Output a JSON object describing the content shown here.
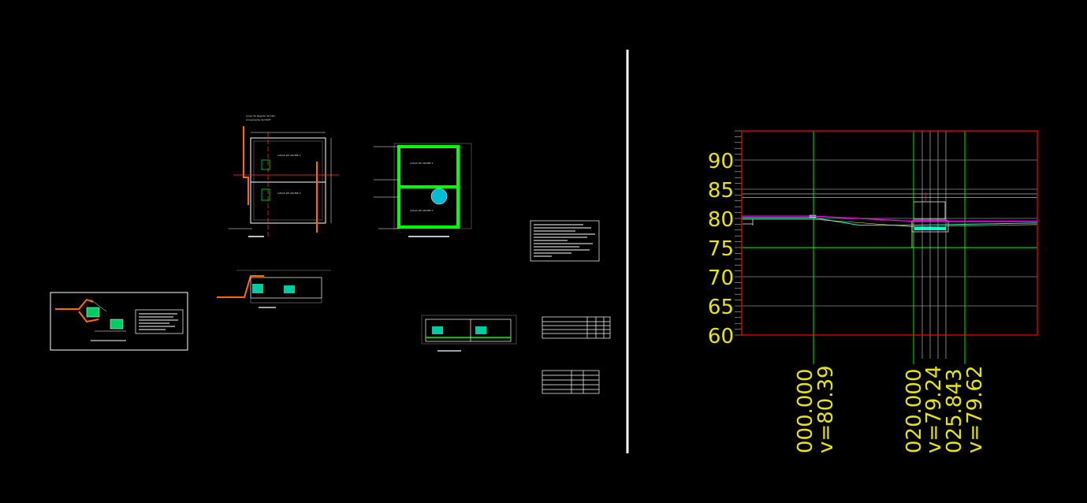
{
  "drawing_sheet": {
    "small_labels": {
      "plan_note_line1": "Linea de llegada de tubo",
      "plan_note_line2": "proveniente del PAPT",
      "plan_room_top": "LOSAS DE ADOBE 1",
      "plan_room_bottom": "LOSAS DE ADOBE 2",
      "plan2_room_top": "LOSAS DE ADOBE 1",
      "plan2_room_bottom": "LOSAS DE ADOBE 2"
    }
  },
  "profile": {
    "y_ticks": [
      "90",
      "85",
      "80",
      "75",
      "70",
      "65",
      "60"
    ],
    "stations": [
      {
        "station": "000.000",
        "elevation": "v=80.39"
      },
      {
        "station": "020.000",
        "elevation": "v=79.24"
      },
      {
        "station": "025.843",
        "elevation": "v=79.62"
      }
    ],
    "colors": {
      "frame": "#ff0000",
      "grid_h": "#ffffff",
      "grid_v": "#00ff00",
      "labels": "#e6e600",
      "profile_line": "#ff00ff"
    }
  },
  "chart_data": {
    "type": "line",
    "title": "",
    "xlabel": "",
    "ylabel": "",
    "ylim": [
      60,
      95
    ],
    "y_ticks": [
      60,
      65,
      70,
      75,
      80,
      85,
      90
    ],
    "x": [
      "000.000",
      "020.000",
      "025.843"
    ],
    "series": [
      {
        "values": [
          80.39,
          79.24,
          79.62
        ]
      }
    ],
    "grid": true
  }
}
